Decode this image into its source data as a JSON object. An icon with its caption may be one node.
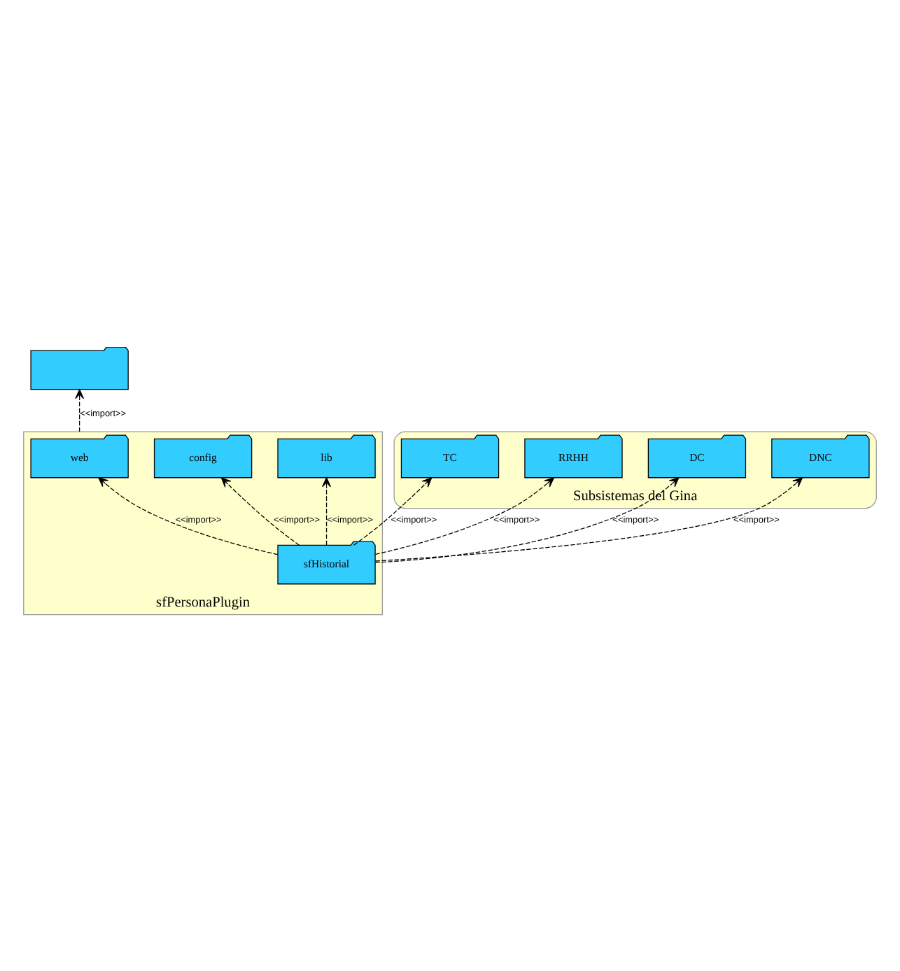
{
  "diagram": {
    "nodes": [
      {
        "text": [
          "Subsistemas del Gina"
        ]
      },
      {
        "text": [
          "TC"
        ],
        "in": 0
      },
      {
        "text": [
          "RRHH"
        ],
        "in": 0
      },
      {
        "text": [
          "DC"
        ],
        "in": 0
      },
      {
        "text": [
          "DNC"
        ],
        "in": 0
      },
      {
        "text": [],
        "shape": "folder"
      },
      {
        "text": [
          "sfPersonaPlugin"
        ]
      },
      {
        "text": [
          "web"
        ],
        "in": 6
      },
      {
        "text": [
          "sfHistorial"
        ],
        "in": 6
      },
      {
        "text": [
          "config"
        ],
        "in": 6
      },
      {
        "text": [
          "lib"
        ],
        "in": 6
      }
    ],
    "edges": [
      {
        "from": 8,
        "to": 1,
        "arrow": "to",
        "label": "<<import>>",
        "style": "dashed"
      },
      {
        "from": 8,
        "to": 2,
        "arrow": "to",
        "label": "<<import>>",
        "style": "dashed"
      },
      {
        "from": 8,
        "to": 3,
        "arrow": "to",
        "label": "<<import>>",
        "style": "dashed"
      },
      {
        "from": 8,
        "to": 4,
        "arrow": "to",
        "label": "<<import>>",
        "style": "dashed"
      },
      {
        "from": 8,
        "to": 7,
        "arrow": "to",
        "label": "<<import>>",
        "style": "dashed"
      },
      {
        "from": 8,
        "to": 10,
        "arrow": "to",
        "label": "<<import>>",
        "style": "dashed"
      },
      {
        "from": 8,
        "to": 9,
        "arrow": "to",
        "label": "<<import>>",
        "style": "dashed"
      },
      {
        "from": 6,
        "to": 5,
        "arrow": "to",
        "label": "<<import>>",
        "style": "dashed"
      }
    ]
  }
}
